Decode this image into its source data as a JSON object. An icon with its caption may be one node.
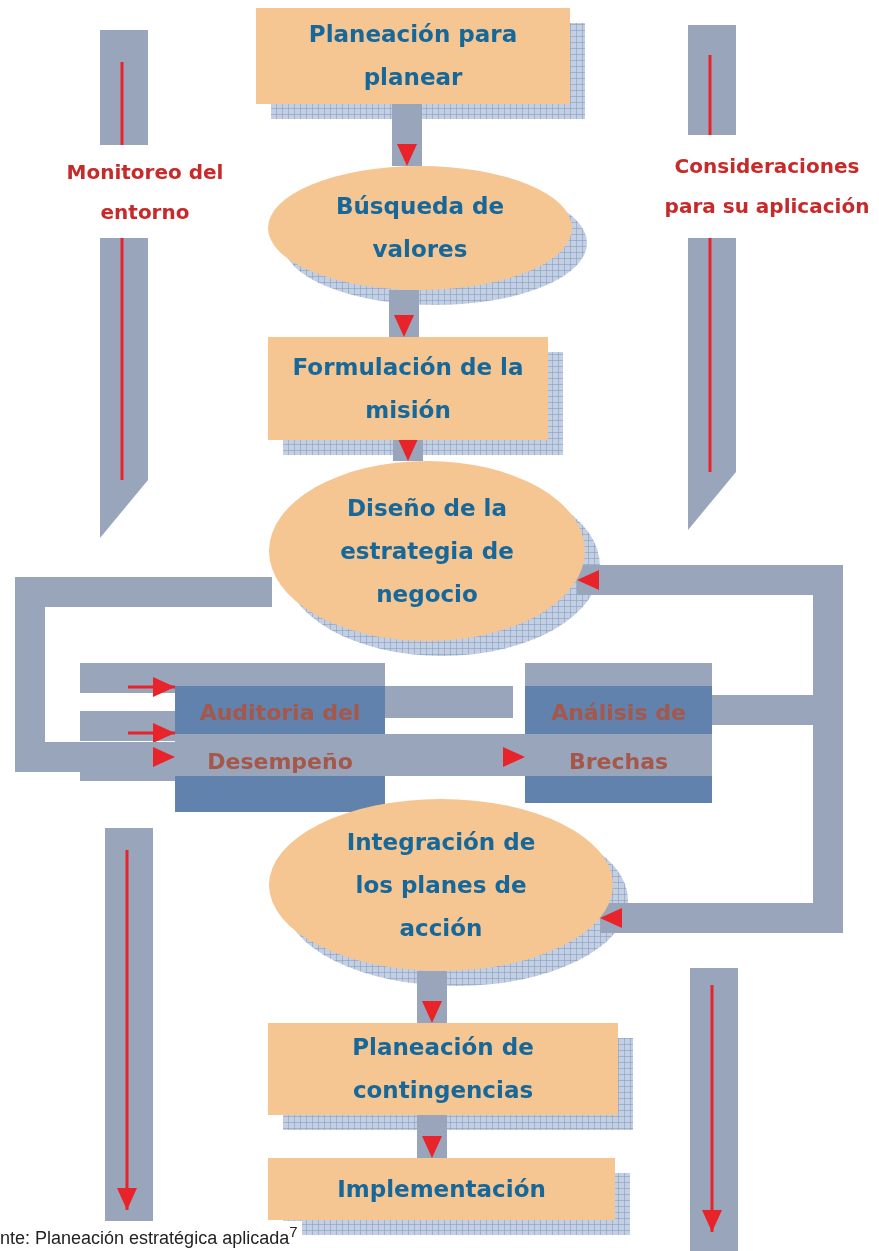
{
  "diagram": {
    "caption": "nte: Planeación estratégica aplicada$^{7}$",
    "nodes": [
      {
        "text": [
          "Planeación para planear"
        ]
      },
      {
        "text": [
          "Búsqueda de valores"
        ]
      },
      {
        "text": [
          "Formulación de la misión"
        ]
      },
      {
        "text": [
          "Diseño de la estrategia de negocio"
        ]
      },
      {
        "text": [
          "Auditoria del Desempeño"
        ]
      },
      {
        "text": [
          "Análisis de Brechas"
        ]
      },
      {
        "text": [
          "Integración de los planes de acción"
        ]
      },
      {
        "text": [
          "Planeación de contingencias"
        ]
      },
      {
        "text": [
          "Implementación"
        ]
      }
    ],
    "edges": [
      {
        "from": 0,
        "to": 1,
        "arrow": "to"
      },
      {
        "from": 1,
        "to": 2,
        "arrow": "to"
      },
      {
        "from": 2,
        "to": 3,
        "arrow": "to"
      },
      {
        "from": 3,
        "to": 4,
        "arrow": "to"
      },
      {
        "from": 4,
        "to": 5,
        "arrow": "to"
      },
      {
        "from": 5,
        "to": 3,
        "arrow": "to"
      },
      {
        "from": 5,
        "to": 6,
        "arrow": "to"
      },
      {
        "from": 6,
        "to": 7,
        "arrow": "to"
      },
      {
        "from": 7,
        "to": 8,
        "arrow": "to"
      }
    ],
    "labels": [
      "Monitoreo del entorno",
      "Consideraciones para su aplicación"
    ]
  }
}
